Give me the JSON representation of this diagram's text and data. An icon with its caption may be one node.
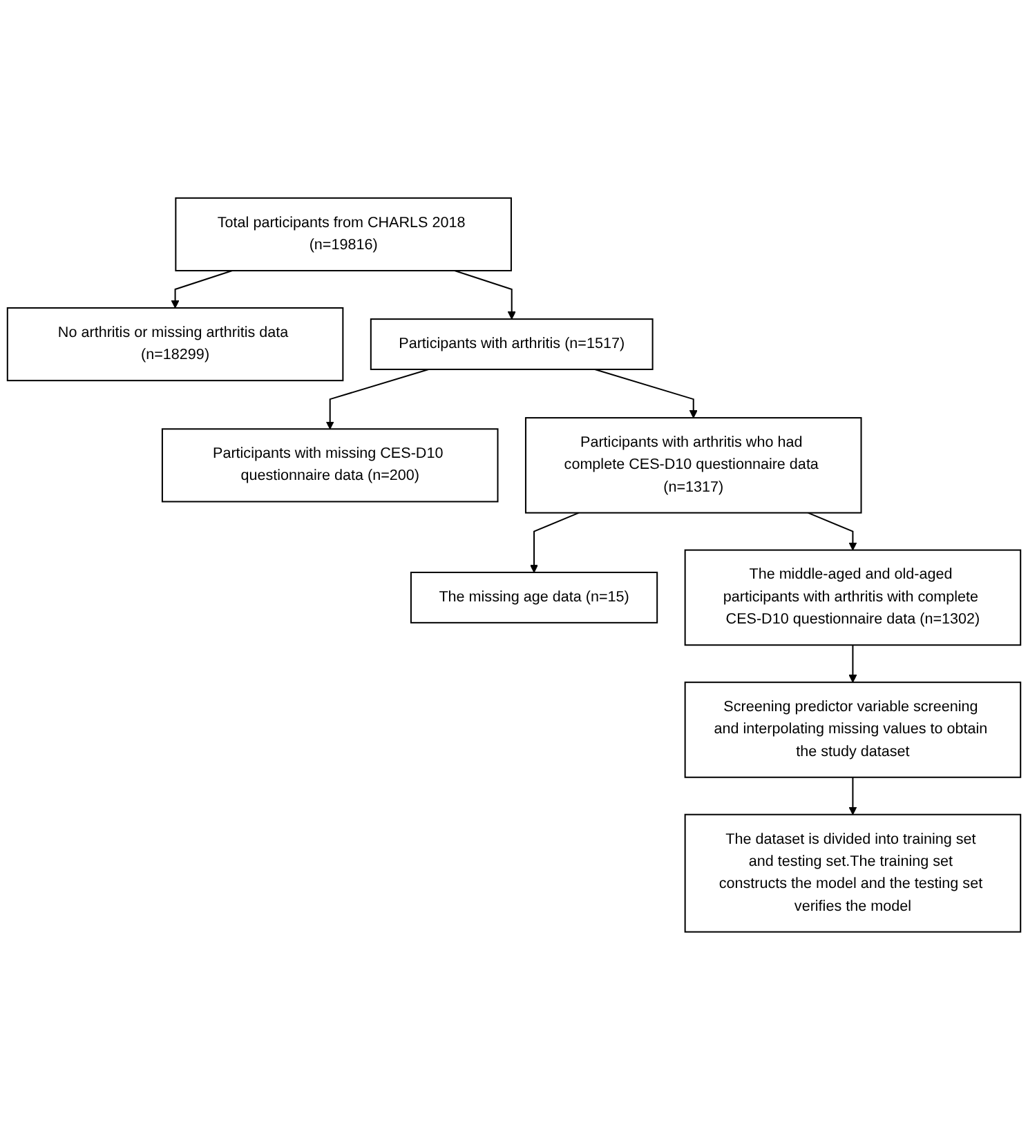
{
  "diagram": {
    "nodes": [
      {
        "text": [
          "Total participants from CHARLS 2018 (n=19816)"
        ]
      },
      {
        "text": [
          "No arthritis or missing arthritis data (n=18299)"
        ]
      },
      {
        "text": [
          "Participants with arthritis (n=1517)"
        ]
      },
      {
        "text": [
          "Participants with missing CES-D10 questionnaire data (n=200)"
        ]
      },
      {
        "text": [
          "Participants with arthritis who had complete CES-D10 questionnaire data (n=1317)"
        ]
      },
      {
        "text": [
          "The missing age data (n=15)"
        ]
      },
      {
        "text": [
          "The middle-aged and old-aged participants with arthritis with complete CES-D10 questionnaire data (n=1302)"
        ]
      },
      {
        "text": [
          "Screening predictor variable screening and interpolating missing values to obtain the study dataset"
        ]
      },
      {
        "text": [
          "The dataset is divided into training set and testing set.The training set constructs the model and the testing set verifies the model"
        ]
      }
    ],
    "edges": [
      {
        "from": 0,
        "to": 2,
        "arrow": "to"
      },
      {
        "from": 0,
        "to": 1,
        "arrow": "to"
      },
      {
        "from": 2,
        "to": 4,
        "arrow": "to"
      },
      {
        "from": 2,
        "to": 3,
        "arrow": "to"
      },
      {
        "from": 4,
        "to": 6,
        "arrow": "to"
      },
      {
        "from": 4,
        "to": 5,
        "arrow": "to"
      },
      {
        "from": 6,
        "to": 7,
        "arrow": "to"
      },
      {
        "from": 7,
        "to": 8,
        "arrow": "to"
      }
    ]
  }
}
